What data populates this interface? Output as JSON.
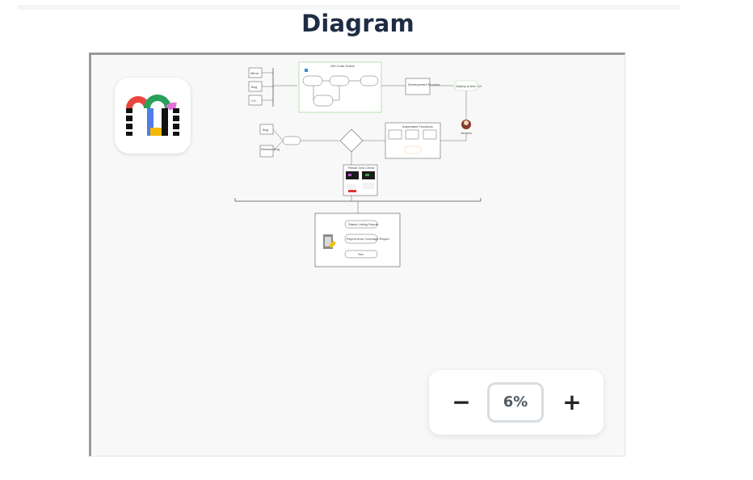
{
  "page": {
    "title": "Diagram"
  },
  "zoom": {
    "out_symbol": "−",
    "level": "6%",
    "in_symbol": "+"
  },
  "diagram": {
    "sources": [
      "Mirror",
      "Bug",
      "CV..."
    ],
    "top_group_title": "Get Code Online",
    "bug_box": "Bug",
    "release_bug_box": "Release Bug",
    "jenkins_label": "Jenkins",
    "results_box_title": "Result Grid Check",
    "report_options": [
      "Status Listing Report",
      "Report from Coverage Report",
      "Sec"
    ],
    "development_box": "Development Process",
    "deploy_label": "Deploy to test / UI",
    "automated_tests_title": "Automated Functions"
  },
  "colors": {
    "title": "#1f2d44",
    "canvas": "#f8f8f8",
    "accent_green": "#b8e0b0"
  }
}
